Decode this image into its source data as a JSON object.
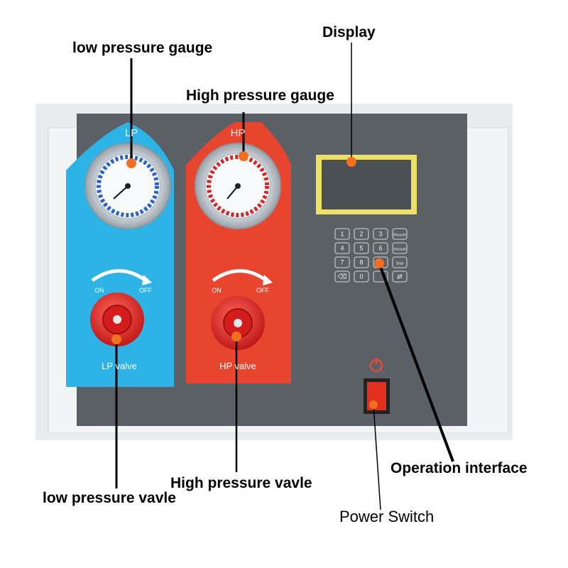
{
  "callouts": {
    "low_pressure_gauge": "low pressure gauge",
    "high_pressure_gauge": "High pressure gauge",
    "display": "Display",
    "operation_interface": "Operation interface",
    "high_pressure_valve": "High pressure vavle",
    "low_pressure_valve": "low pressure vavle",
    "power_switch": "Power Switch"
  },
  "machine": {
    "lp_panel_label": "LP",
    "hp_panel_label": "HP",
    "lp_valve_label": "LP valve",
    "hp_valve_label": "HP valve",
    "valve_on": "ON",
    "valve_off": "OFF",
    "keypad_keys": [
      "1",
      "4",
      "7",
      "⌫",
      "2",
      "5",
      "8",
      "0",
      "3",
      "6",
      "9",
      "·",
      "Recycle",
      "Vacuum",
      "Stop",
      "⇄"
    ]
  },
  "colors": {
    "panel": "#5a6066",
    "lp_blue": "#2eb3e6",
    "hp_red": "#e8452e",
    "display_frame": "#efe066",
    "marker": "#f07020"
  }
}
